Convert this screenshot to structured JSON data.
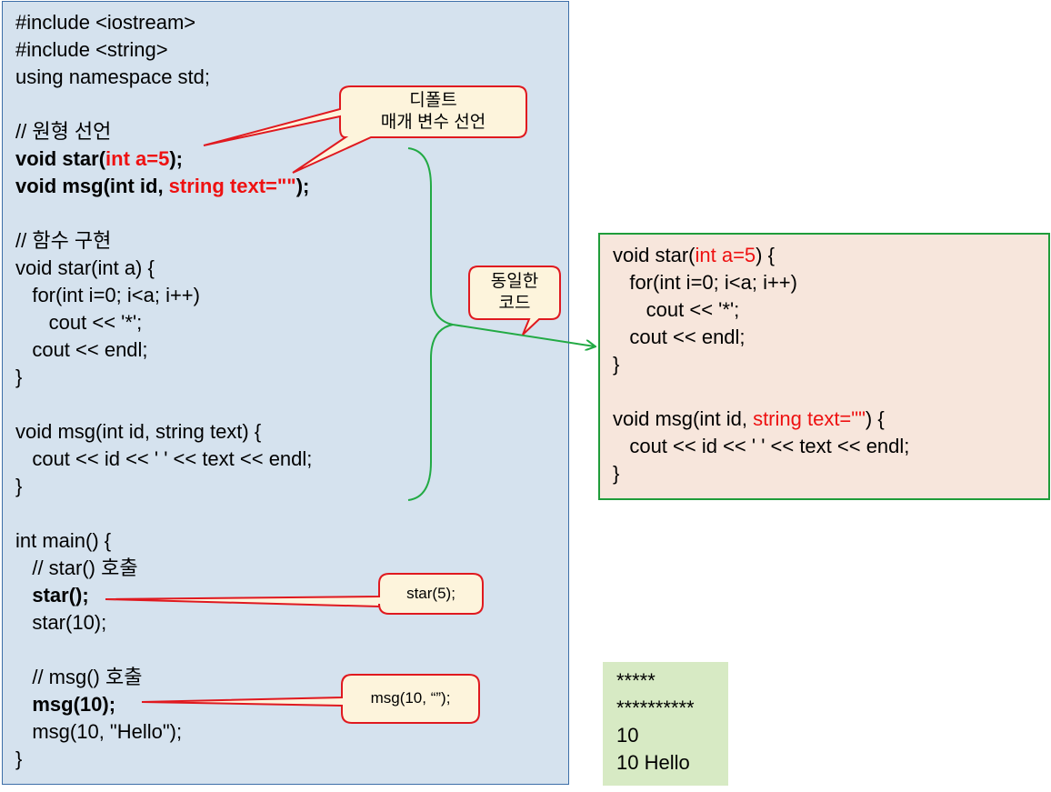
{
  "code_panel": {
    "lines": [
      [
        "#include <iostream>"
      ],
      [
        "#include <string>"
      ],
      [
        "using namespace std;"
      ],
      [
        "// 원형 선언"
      ],
      [
        "void star(",
        "int a=5",
        ");"
      ],
      [
        "void msg(int id, ",
        "string text=\"\"",
        ");"
      ],
      [
        "// 함수 구현"
      ],
      [
        "void star(int a) {"
      ],
      [
        "   for(int i=0; i<a; i++)"
      ],
      [
        "      cout << '*';"
      ],
      [
        "   cout << endl;"
      ],
      [
        "}"
      ],
      [
        "void msg(int id, string text) {"
      ],
      [
        "   cout << id << ' ' << text << endl;"
      ],
      [
        "}"
      ],
      [
        "int main() {"
      ],
      [
        "   // star() 호출"
      ],
      [
        "   star();"
      ],
      [
        "   star(10);"
      ],
      [
        "   // msg() 호출"
      ],
      [
        "   msg(10);"
      ],
      [
        "   msg(10, \"Hello\");"
      ],
      [
        "}"
      ]
    ]
  },
  "right_panel": {
    "lines": [
      [
        "void star(",
        "int a=5",
        ") {"
      ],
      [
        "   for(int i=0; i<a; i++)"
      ],
      [
        "      cout << '*';"
      ],
      [
        "   cout << endl;"
      ],
      [
        "}"
      ],
      [
        "void msg(int id, ",
        "string text=\"\"",
        ") {"
      ],
      [
        "   cout << id << ' ' << text << endl;"
      ],
      [
        "}"
      ]
    ]
  },
  "output_panel": {
    "lines": [
      "*****",
      "**********",
      "10",
      "10 Hello"
    ]
  },
  "callouts": {
    "default_param": "디폴트\n매개 변수 선언",
    "same_code": "동일한\n코드",
    "star_call": "star(5);",
    "msg_call": "msg(10, “”);"
  },
  "colors": {
    "code_bg": "#d5e2ee",
    "code_border": "#3d6fa8",
    "right_bg": "#f7e6dc",
    "right_border": "#1f9c3a",
    "output_bg": "#d7eac4",
    "highlight": "#ee1111",
    "callout_bg": "#fdf4dc"
  }
}
